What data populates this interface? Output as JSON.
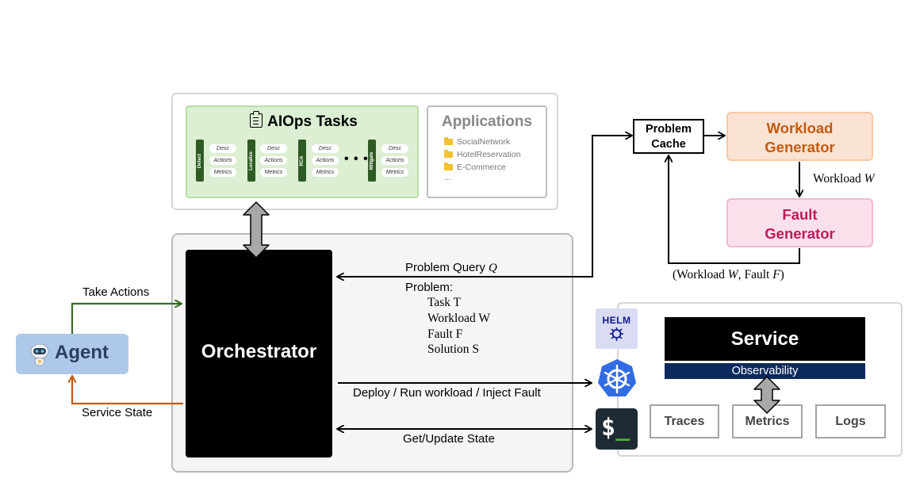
{
  "tasks": {
    "title": "AIOps Tasks",
    "stages": [
      {
        "name": "Detect"
      },
      {
        "name": "Localize"
      },
      {
        "name": "RCA"
      },
      {
        "name": "Mitigate"
      }
    ],
    "pill_labels": [
      "Desc",
      "Actions",
      "Metrics"
    ],
    "ellipsis": "• • •"
  },
  "applications": {
    "title": "Applications",
    "items": [
      "SocialNetwork",
      "HotelReservation",
      "E-Commerce"
    ],
    "more": "..."
  },
  "orchestrator": {
    "label": "Orchestrator"
  },
  "agent": {
    "label": "Agent"
  },
  "arrows": {
    "take_actions": "Take Actions",
    "service_state": "Service State",
    "problem_query": "Problem Query",
    "problem_query_var": "Q",
    "deploy": "Deploy / Run workload / Inject Fault",
    "get_update_state": "Get/Update State",
    "workload_w": "Workload",
    "workload_w_var": "W",
    "workload_fault": "(Workload",
    "workload_fault_w": "W",
    "workload_fault_mid": ", Fault",
    "workload_fault_f": "F",
    "workload_fault_end": ")"
  },
  "problem": {
    "heading": "Problem:",
    "lines": [
      "Task T",
      "Workload W",
      "Fault F",
      "Solution S"
    ]
  },
  "problem_cache": {
    "line1": "Problem",
    "line2": "Cache"
  },
  "workload_generator": {
    "line1": "Workload",
    "line2": "Generator"
  },
  "fault_generator": {
    "line1": "Fault",
    "line2": "Generator"
  },
  "service": {
    "title": "Service",
    "observability": "Observability",
    "telemetry": [
      "Traces",
      "Metrics",
      "Logs"
    ]
  },
  "icons": {
    "helm": "HELM",
    "terminal": "$_"
  },
  "colors": {
    "take_actions_arrow": "#3a6b24",
    "service_state_arrow": "#c55a11",
    "agent_fill": "#aec8e9",
    "tasks_fill": "#dcefd3",
    "workload_gen_text": "#c55a11",
    "fault_gen_text": "#c0185c"
  }
}
